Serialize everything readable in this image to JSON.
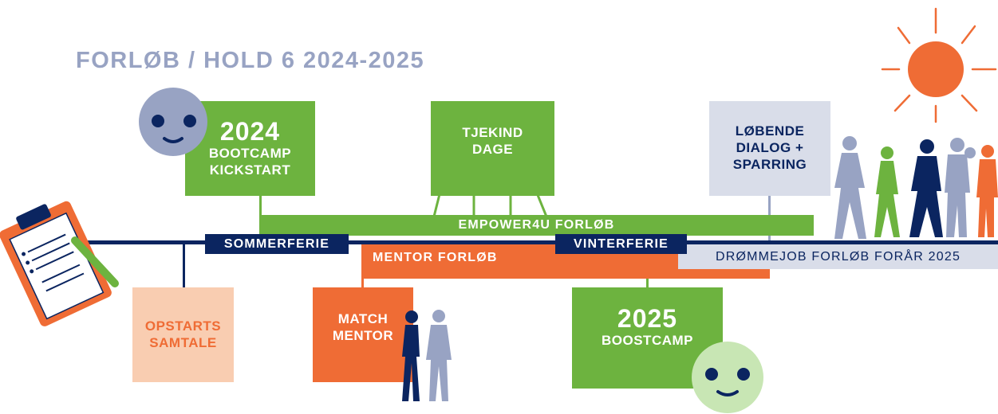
{
  "title": "FORLØB / HOLD 6 2024-2025",
  "boxes": {
    "bootcamp_year": "2024",
    "bootcamp_line1": "BOOTCAMP",
    "bootcamp_line2": "KICKSTART",
    "tjekind_line1": "TJEKIND",
    "tjekind_line2": "DAGE",
    "dialog_line1": "LØBENDE",
    "dialog_line2": "DIALOG +",
    "dialog_line3": "SPARRING",
    "opstart_line1": "OPSTARTS",
    "opstart_line2": "SAMTALE",
    "match_line1": "MATCH",
    "match_line2": "MENTOR",
    "boostcamp_year": "2025",
    "boostcamp_label": "BOOSTCAMP"
  },
  "bars": {
    "empower": "EMPOWER4U FORLØB",
    "mentor": "MENTOR FORLØB",
    "sommerferie": "SOMMERFERIE",
    "vinterferie": "VINTERFERIE",
    "dromme": "DRØMMEJOB FORLØB FORÅR 2025"
  },
  "colors": {
    "navy": "#0b2560",
    "green": "#6db33f",
    "orange": "#ef6c35",
    "peach": "#f9cdb1",
    "lightgrey": "#d9dde9",
    "steel": "#98a3c3",
    "light_green": "#c8e6b4"
  },
  "icons": [
    "clipboard-icon",
    "pen-icon",
    "sad-face-icon",
    "happy-face-icon",
    "sun-icon",
    "walking-people-icon",
    "couple-icon"
  ]
}
